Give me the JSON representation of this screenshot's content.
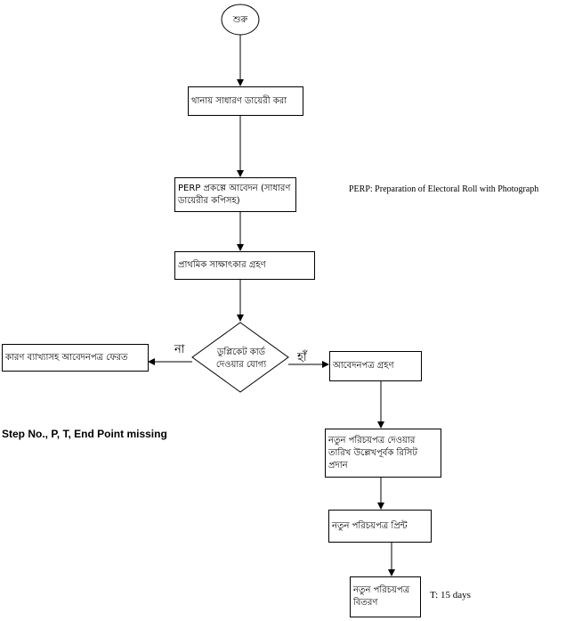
{
  "flowchart": {
    "start": "শুরু",
    "steps": [
      "থানায় সাধারণ ডায়েরী করা",
      "PERP প্রকল্পে আবেদন (সাধারণ ডায়েরীর কপিসহ)",
      "প্রাথমিক সাক্ষাৎকার গ্রহণ"
    ],
    "decision": "ডুপ্লিকেট কার্ড দেওয়ার যোগ্য",
    "no_label": "না",
    "yes_label": "হাঁ",
    "no_step": "কারণ ব্যাখ্যাসহ আবেদনপত্র ফেরত",
    "yes_steps": [
      "আবেদনপত্র গ্রহণ",
      "নতুন পরিচয়পত্র দেওয়ার তারিখ উল্লেখপূর্বক রিসিট প্রদান",
      "নতুন পরিচয়পত্র প্রিন্ট",
      "নতুন পরিচয়পত্র বিতরণ"
    ]
  },
  "notes": {
    "perp_definition": "PERP: Preparation of Electoral Roll with Photograph",
    "missing_note": "Step No., P, T, End Point missing",
    "time_note": "T: 15 days"
  }
}
